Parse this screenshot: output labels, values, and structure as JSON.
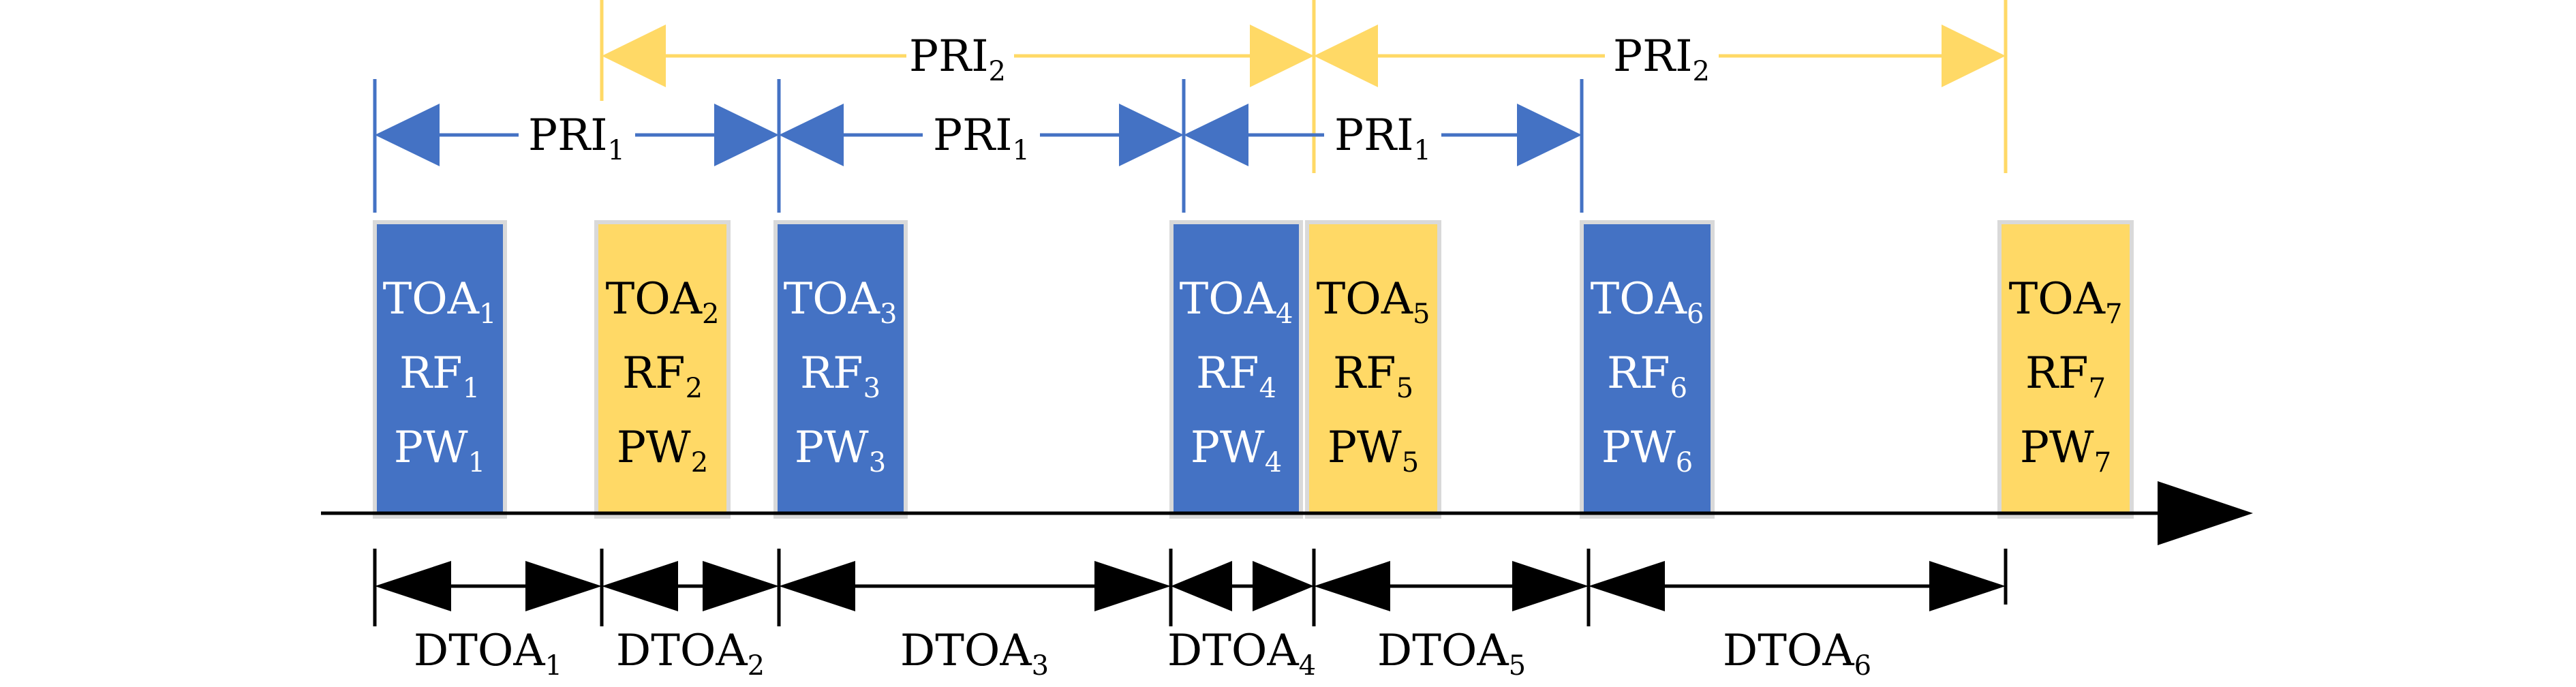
{
  "colors": {
    "primary_train": "#4472C4",
    "secondary_train": "#FFD966",
    "pulse_border": "#D9D9D9",
    "axis": "#000000",
    "background": "#FFFFFF"
  },
  "pulses": [
    {
      "index": 1,
      "train": "primary",
      "toa": {
        "base": "TOA",
        "sub": "1"
      },
      "rf": {
        "base": "RF",
        "sub": "1"
      },
      "pw": {
        "base": "PW",
        "sub": "1"
      }
    },
    {
      "index": 2,
      "train": "secondary",
      "toa": {
        "base": "TOA",
        "sub": "2"
      },
      "rf": {
        "base": "RF",
        "sub": "2"
      },
      "pw": {
        "base": "PW",
        "sub": "2"
      }
    },
    {
      "index": 3,
      "train": "primary",
      "toa": {
        "base": "TOA",
        "sub": "3"
      },
      "rf": {
        "base": "RF",
        "sub": "3"
      },
      "pw": {
        "base": "PW",
        "sub": "3"
      }
    },
    {
      "index": 4,
      "train": "primary",
      "toa": {
        "base": "TOA",
        "sub": "4"
      },
      "rf": {
        "base": "RF",
        "sub": "4"
      },
      "pw": {
        "base": "PW",
        "sub": "4"
      }
    },
    {
      "index": 5,
      "train": "secondary",
      "toa": {
        "base": "TOA",
        "sub": "5"
      },
      "rf": {
        "base": "RF",
        "sub": "5"
      },
      "pw": {
        "base": "PW",
        "sub": "5"
      }
    },
    {
      "index": 6,
      "train": "primary",
      "toa": {
        "base": "TOA",
        "sub": "6"
      },
      "rf": {
        "base": "RF",
        "sub": "6"
      },
      "pw": {
        "base": "PW",
        "sub": "6"
      }
    },
    {
      "index": 7,
      "train": "secondary",
      "toa": {
        "base": "TOA",
        "sub": "7"
      },
      "rf": {
        "base": "RF",
        "sub": "7"
      },
      "pw": {
        "base": "PW",
        "sub": "7"
      }
    }
  ],
  "pri1_intervals": [
    {
      "base": "PRI",
      "sub": "1",
      "from_pulse": 1,
      "to_pulse": 3
    },
    {
      "base": "PRI",
      "sub": "1",
      "from_pulse": 3,
      "to_pulse": 4
    },
    {
      "base": "PRI",
      "sub": "1",
      "from_pulse": 4,
      "to_pulse": 6
    }
  ],
  "pri2_intervals": [
    {
      "base": "PRI",
      "sub": "2",
      "from_pulse": 2,
      "to_pulse": 5
    },
    {
      "base": "PRI",
      "sub": "2",
      "from_pulse": 5,
      "to_pulse": 7
    }
  ],
  "dtoa_intervals": [
    {
      "base": "DTOA",
      "sub": "1",
      "from_pulse": 1,
      "to_pulse": 2
    },
    {
      "base": "DTOA",
      "sub": "2",
      "from_pulse": 2,
      "to_pulse": 3
    },
    {
      "base": "DTOA",
      "sub": "3",
      "from_pulse": 3,
      "to_pulse": 4
    },
    {
      "base": "DTOA",
      "sub": "4",
      "from_pulse": 4,
      "to_pulse": 5
    },
    {
      "base": "DTOA",
      "sub": "5",
      "from_pulse": 5,
      "to_pulse": 6
    },
    {
      "base": "DTOA",
      "sub": "6",
      "from_pulse": 6,
      "to_pulse": 7
    }
  ]
}
